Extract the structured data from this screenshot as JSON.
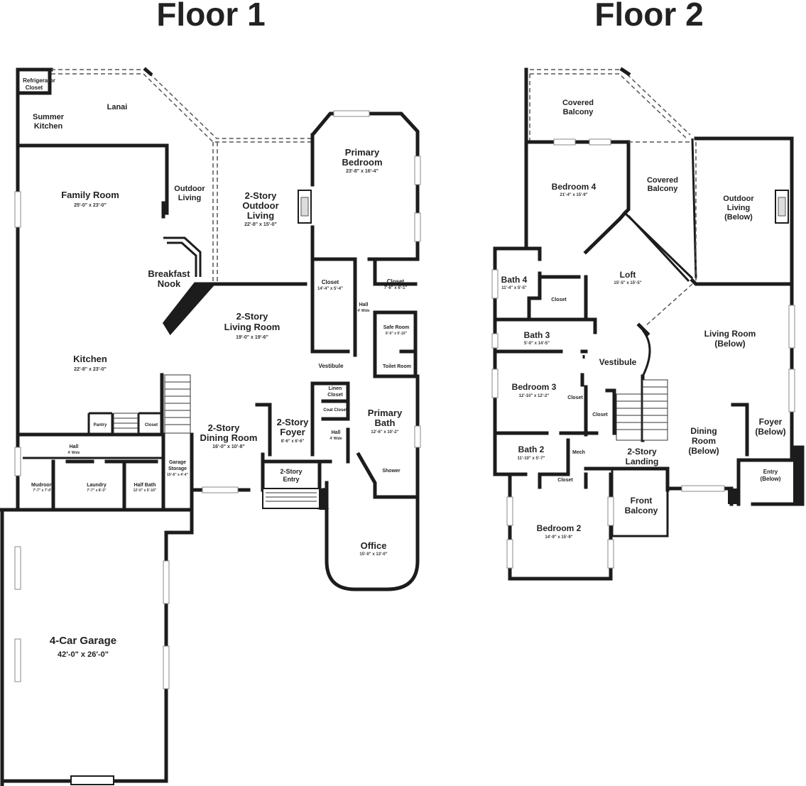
{
  "floor1": {
    "title": "Floor 1",
    "rooms": {
      "refrigerator": [
        "Refrigerator",
        "Closet"
      ],
      "lanai": "Lanai",
      "summer_kitchen": [
        "Summer",
        "Kitchen"
      ],
      "outdoor_living": [
        "Outdoor",
        "Living"
      ],
      "family_room": {
        "name": "Family Room",
        "dim": "25'-0\" x 23'-0\""
      },
      "two_story_outdoor": {
        "name": [
          "2-Story",
          "Outdoor",
          "Living"
        ],
        "dim": "22'-8\" x 15'-0\""
      },
      "primary_bedroom": {
        "name": [
          "Primary",
          "Bedroom"
        ],
        "dim": "23'-8\" x 16'-4\""
      },
      "breakfast_nook": [
        "Breakfast",
        "Nook"
      ],
      "closet_a": {
        "name": "Closet",
        "dim": "14'-4\" x 5'-4\""
      },
      "closet_b": {
        "name": "Closet",
        "dim": "7'-6\" x 6'-1\""
      },
      "hall_primary": {
        "name": "Hall",
        "dim": "4' Wide"
      },
      "safe_room": {
        "name": "Safe Room",
        "dim": "6'-0\" x 5'-10\""
      },
      "two_story_living": {
        "name": [
          "2-Story",
          "Living Room"
        ],
        "dim": "19'-0\" x 19'-6\""
      },
      "kitchen": {
        "name": "Kitchen",
        "dim": "22'-8\" x 23'-0\""
      },
      "vestibule": "Vestibule",
      "toilet_room": "Toilet Room",
      "linen_closet": [
        "Linen",
        "Closet"
      ],
      "coat_closet": "Coat Closet",
      "primary_bath": {
        "name": [
          "Primary",
          "Bath"
        ],
        "dim": "12'-6\" x 10'-2\""
      },
      "pantry": "Pantry",
      "closet_c": "Closet",
      "two_story_dining": {
        "name": [
          "2-Story",
          "Dining Room"
        ],
        "dim": "16'-0\" x 10'-8\""
      },
      "two_story_foyer": {
        "name": [
          "2-Story",
          "Foyer"
        ],
        "dim": "8'-6\" x 6'-6\""
      },
      "hall_foyer": {
        "name": "Hall",
        "dim": "4' Wide"
      },
      "hall_mud": {
        "name": "Hall",
        "dim": "4' Wide"
      },
      "garage_storage": {
        "name": [
          "Garage",
          "Storage"
        ],
        "dim": "15'-6\" x 4'-4\""
      },
      "mudroom": {
        "name": "Mudroom",
        "dim": "7'-7\" x 7'-0\""
      },
      "laundry": {
        "name": "Laundry",
        "dim": "7'-7\" x 8'-3\""
      },
      "half_bath": {
        "name": "Half Bath",
        "dim": "12'-0\" x 5'-10\""
      },
      "two_story_entry": [
        "2-Story",
        "Entry"
      ],
      "shower": "Shower",
      "office": {
        "name": "Office",
        "dim": "15'-0\" x 13'-0\""
      },
      "garage": {
        "name": "4-Car Garage",
        "dim": "42'-0\" x 26'-0\""
      }
    }
  },
  "floor2": {
    "title": "Floor 2",
    "rooms": {
      "covered_balcony_a": [
        "Covered",
        "Balcony"
      ],
      "covered_balcony_b": [
        "Covered",
        "Balcony"
      ],
      "outdoor_below": [
        "Outdoor",
        "Living",
        "(Below)"
      ],
      "bedroom4": {
        "name": "Bedroom 4",
        "dim": "21'-4\" x 15'-9\""
      },
      "bath4": {
        "name": "Bath 4",
        "dim": "11'-4\" x 5'-5\""
      },
      "closet_b4": "Closet",
      "loft": {
        "name": "Loft",
        "dim": "15'-5\" x 15'-5\""
      },
      "bath3": {
        "name": "Bath 3",
        "dim": "5'-0\" x 14'-5\""
      },
      "living_below": [
        "Living Room",
        "(Below)"
      ],
      "vestibule": "Vestibule",
      "bedroom3": {
        "name": "Bedroom 3",
        "dim": "12'-10\" x 12'-2\""
      },
      "closet_b3a": "Closet",
      "closet_b3b": "Closet",
      "dining_below": [
        "Dining",
        "Room",
        "(Below)"
      ],
      "foyer_below": [
        "Foyer",
        "(Below)"
      ],
      "bath2": {
        "name": "Bath 2",
        "dim": "11'-10\" x 5'-7\""
      },
      "mech": "Mech",
      "landing": [
        "2-Story",
        "Landing"
      ],
      "entry_below": [
        "Entry",
        "(Below)"
      ],
      "closet_b2": "Closet",
      "front_balcony": [
        "Front",
        "Balcony"
      ],
      "bedroom2": {
        "name": "Bedroom 2",
        "dim": "14'-9\" x 15'-9\""
      }
    }
  }
}
